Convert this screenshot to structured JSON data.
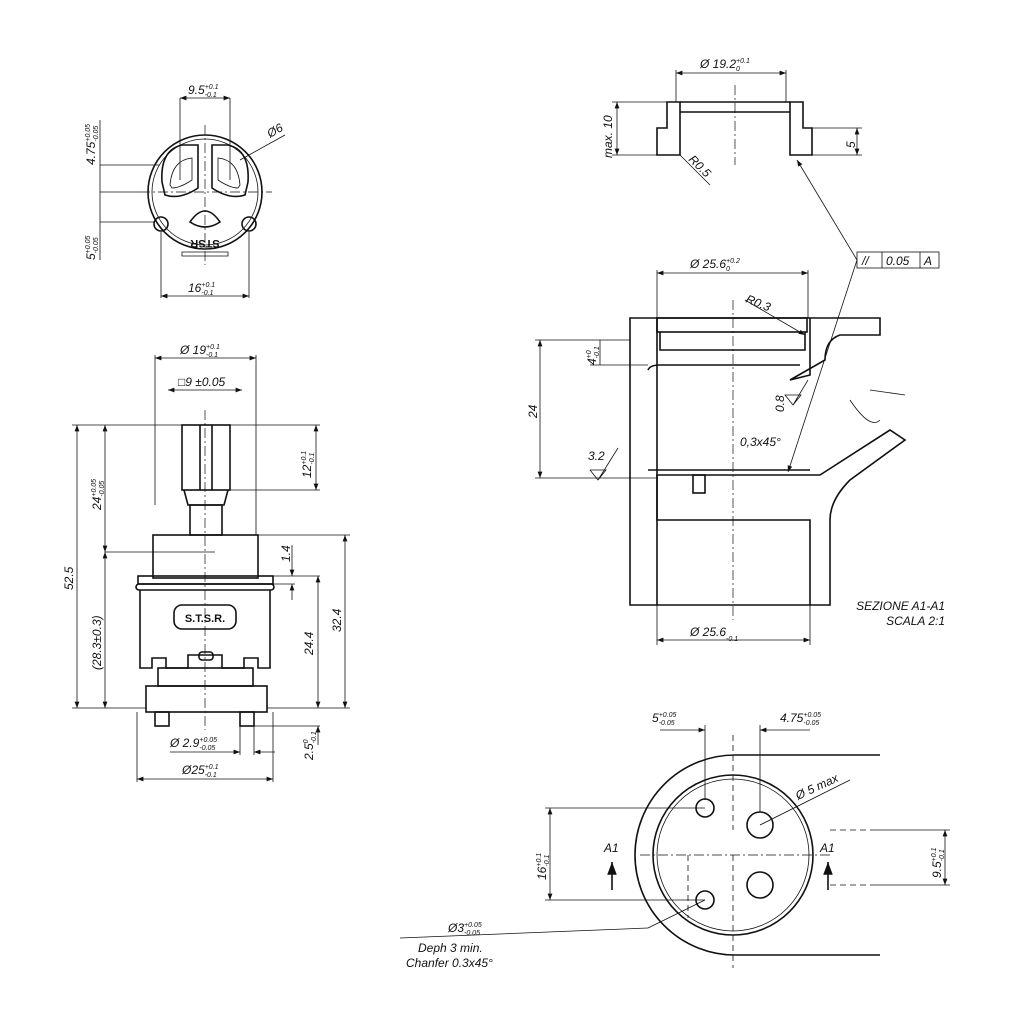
{
  "top_view": {
    "dim_width_top": {
      "main": "9.5",
      "sup": "+0.1",
      "sub": "-0.1"
    },
    "dim_hole": "Ø6",
    "dim_upper_offset": {
      "main": "4.75",
      "sup": "+0.05",
      "sub": "-0.05"
    },
    "dim_lower_offset": {
      "main": "5",
      "sup": "+0.05",
      "sub": "-0.05"
    },
    "dim_width_bottom": {
      "main": "16",
      "sup": "+0.1",
      "sub": "-0.1"
    },
    "marking": "STSR"
  },
  "side_view": {
    "dim_diameter_19": {
      "main": "Ø 19",
      "sup": "+0.1",
      "sub": "-0.1"
    },
    "dim_square": "□9 ±0.05",
    "dim_12": {
      "main": "12",
      "sup": "+0.1",
      "sub": "-0.1"
    },
    "dim_24": {
      "main": "24",
      "sup": "+0.05",
      "sub": "-0.05"
    },
    "dim_52_5": "52.5",
    "dim_28_3": "(28.3±0.3)",
    "dim_1_4": "1.4",
    "dim_24_4": "24.4",
    "dim_32_4": "32.4",
    "dim_pin": {
      "main": "Ø 2.9",
      "sup": "+0.05",
      "sub": "-0.05"
    },
    "dim_2_5": {
      "main": "2.5",
      "sup": "0",
      "sub": "-0.1"
    },
    "dim_25": {
      "main": "Ø25",
      "sup": "+0.1",
      "sub": "-0.1"
    },
    "logo": "S.T.S.R."
  },
  "ring_detail": {
    "dim_diameter": {
      "main": "Ø 19.2",
      "sup": "+0.1",
      "sub": "0"
    },
    "dim_max10": "max. 10",
    "dim_5": "5",
    "dim_radius": "R0.5"
  },
  "section": {
    "tolerance_symbol": "//",
    "tolerance_value": "0.05",
    "tolerance_datum": "A",
    "dim_top_diameter": {
      "main": "Ø 25.6",
      "sup": "+0.2",
      "sub": "0"
    },
    "dim_radius": "R0.3",
    "dim_4": {
      "main": "4",
      "sup": "+0",
      "sub": "-0.1"
    },
    "dim_24": "24",
    "roughness_08": "0.8",
    "roughness_32": "3.2",
    "chamfer": "0,3x45°",
    "dim_bottom_diameter": {
      "main": "Ø 25.6",
      "sup": "0",
      "sub": "-0.1"
    },
    "title": "SEZIONE A1-A1",
    "scale": "SCALA 2:1"
  },
  "bottom_view": {
    "dim_5": {
      "main": "5",
      "sup": "+0.05",
      "sub": "-0.05"
    },
    "dim_4_75": {
      "main": "4.75",
      "sup": "+0.05",
      "sub": "-0.05"
    },
    "dim_hole": "Ø 5 max",
    "dim_16": {
      "main": "16",
      "sup": "+0.1",
      "sub": "-0.1"
    },
    "dim_9_5": {
      "main": "9.5",
      "sup": "+0.1",
      "sub": "-0.1"
    },
    "section_left": "A1",
    "section_right": "A1",
    "pin_hole": {
      "main": "Ø3",
      "sup": "+0.05",
      "sub": "-0.05"
    },
    "depth_note": "Deph 3 min.",
    "chamfer_note": "Chanfer 0.3x45°"
  }
}
